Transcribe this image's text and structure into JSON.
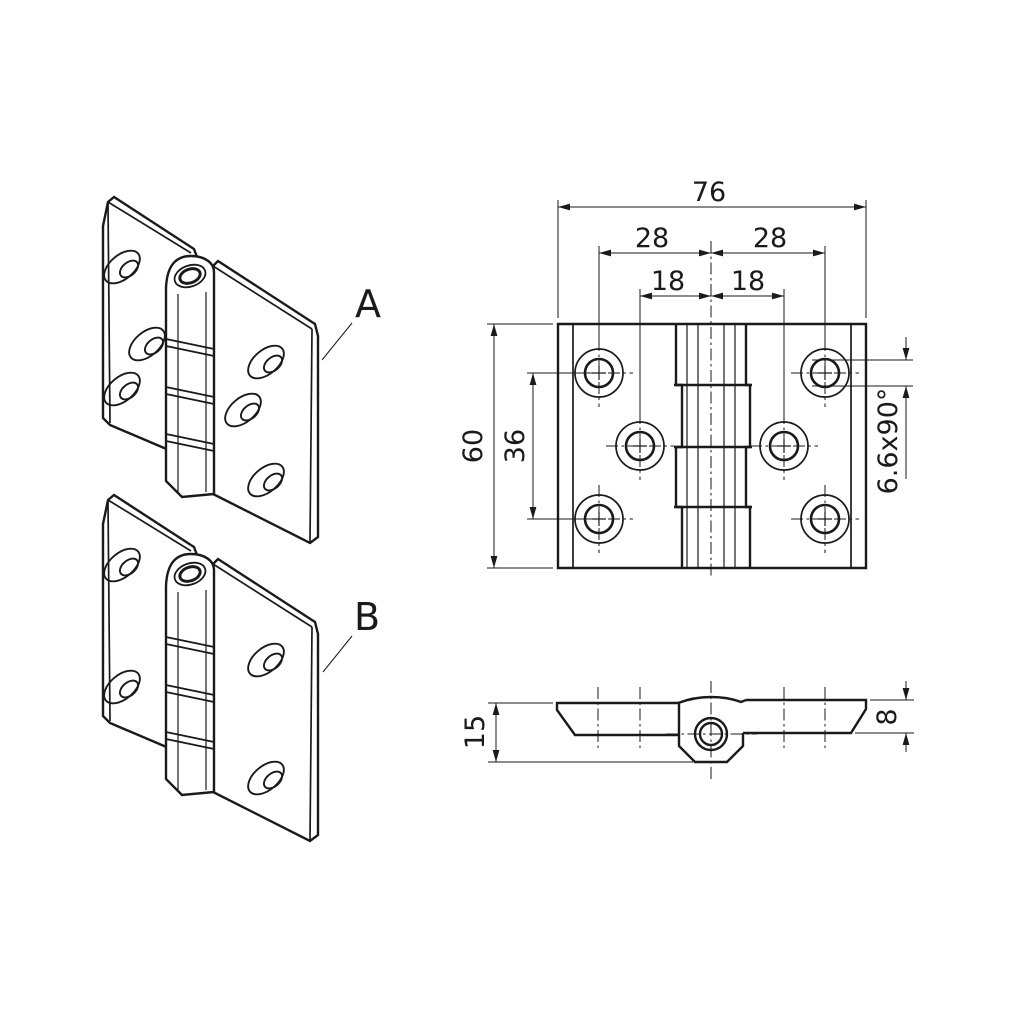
{
  "drawing": {
    "background": "#ffffff",
    "line_color": "#1a1a1a",
    "views": {
      "iso_a": {
        "label": "A"
      },
      "iso_b": {
        "label": "B"
      },
      "front": {
        "overall_width": "76",
        "hole_pitch_left": "28",
        "hole_pitch_right": "28",
        "inner_pitch_left": "18",
        "inner_pitch_right": "18",
        "overall_height": "60",
        "hole_pitch_vertical": "36",
        "countersink": "6.6x90°"
      },
      "side": {
        "overall_thickness": "15",
        "leaf_thickness": "8"
      }
    }
  }
}
